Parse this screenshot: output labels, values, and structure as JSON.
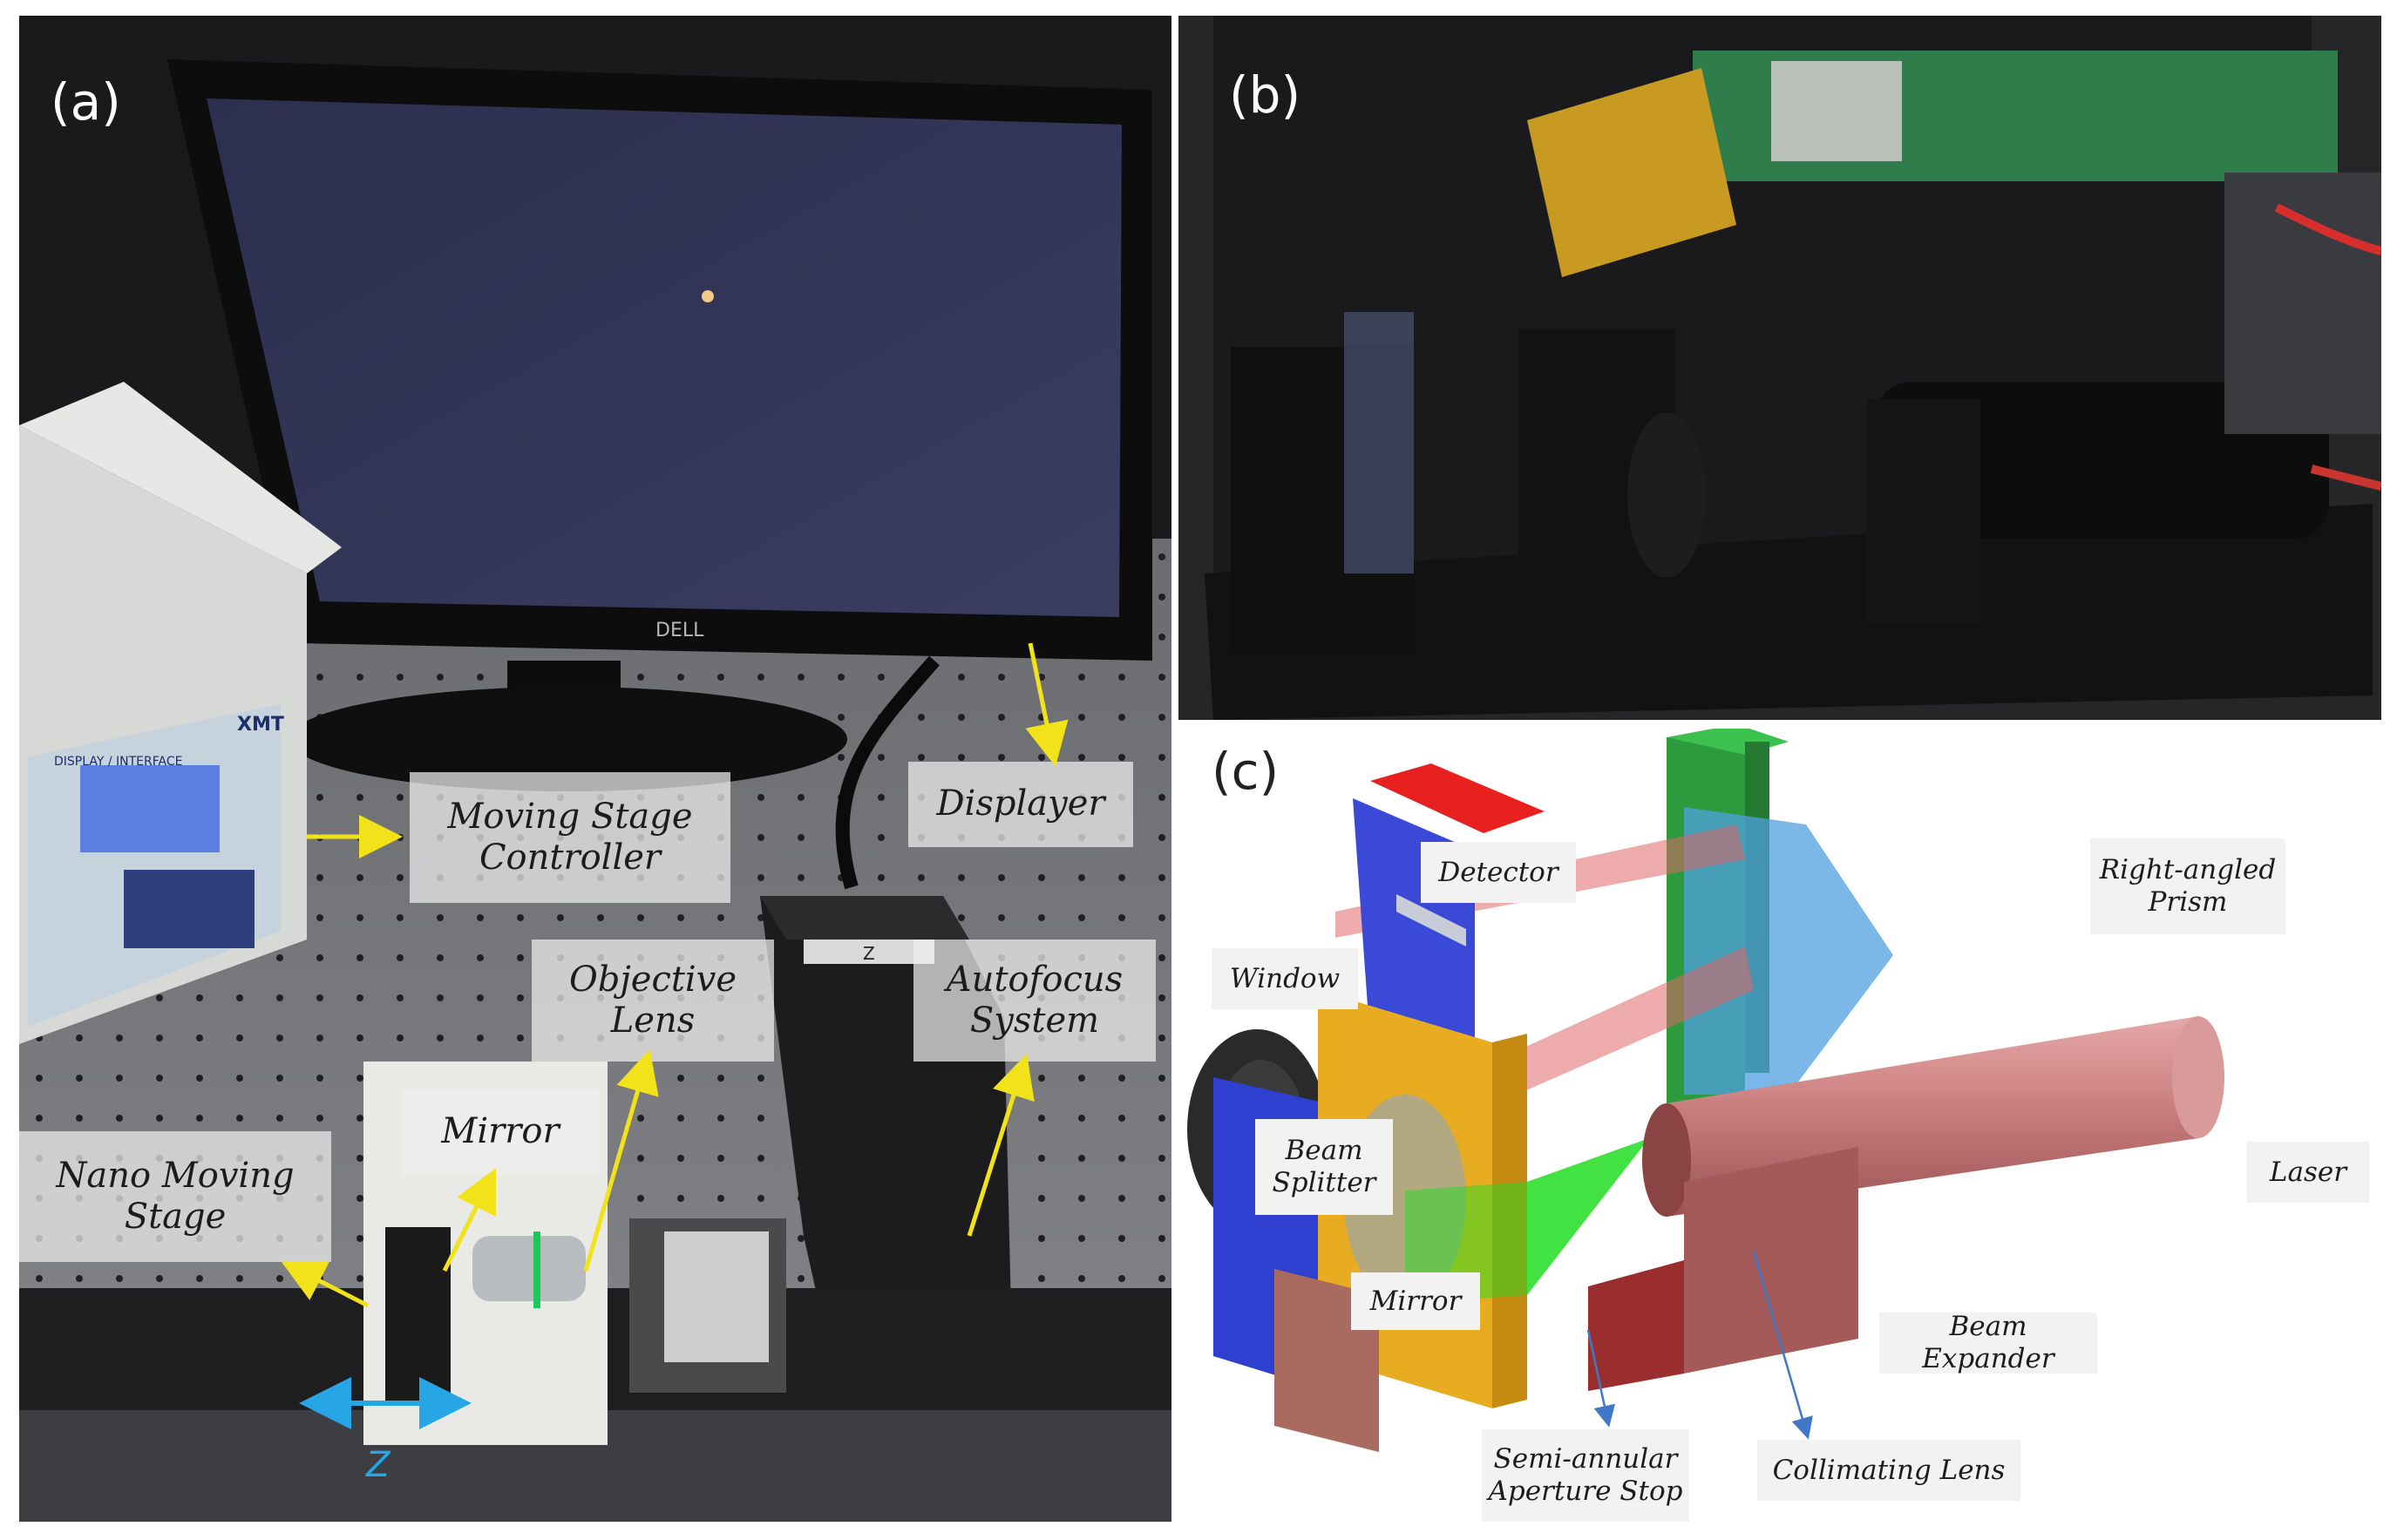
{
  "panels": {
    "a": {
      "label": "(a)",
      "annotations": {
        "moving_stage_controller": [
          "Moving Stage",
          "Controller"
        ],
        "displayer": "Displayer",
        "objective_lens": [
          "Objective",
          "Lens"
        ],
        "autofocus_system": [
          "Autofocus",
          "System"
        ],
        "mirror": "Mirror",
        "nano_moving_stage": [
          "Nano Moving",
          "Stage"
        ],
        "axis_z": "Z"
      },
      "printed_marks": {
        "monitor_brand": "DELL",
        "controller_brand": "XMT",
        "controller_panel": "DISPLAY / INTERFACE",
        "stage_label": "Z"
      }
    },
    "b": {
      "label": "(b)"
    },
    "c": {
      "label": "(c)",
      "annotations": {
        "detector": "Detector",
        "right_angled_prism": [
          "Right-angled",
          "Prism"
        ],
        "window": "Window",
        "beam_splitter": [
          "Beam",
          "Splitter"
        ],
        "laser": "Laser",
        "mirror": "Mirror",
        "beam_expander": "Beam Expander",
        "aperture_stop": [
          "Semi-annular",
          "Aperture Stop"
        ],
        "collimating_lens": "Collimating Lens"
      }
    }
  },
  "colors": {
    "annotation_arrow": "#f2e21a",
    "axis_arrow": "#27a6e6",
    "leader_line": "#3f78c7",
    "laser_beam": "#e06666",
    "green_beam": "#22dd22",
    "detector": "#e82020",
    "prism": "#4f9fe0",
    "mount_blue": "#2f3fd0",
    "frame_yellow": "#e8ac20",
    "laser_body": "#b86868",
    "green_mount": "#2e9a3e"
  }
}
